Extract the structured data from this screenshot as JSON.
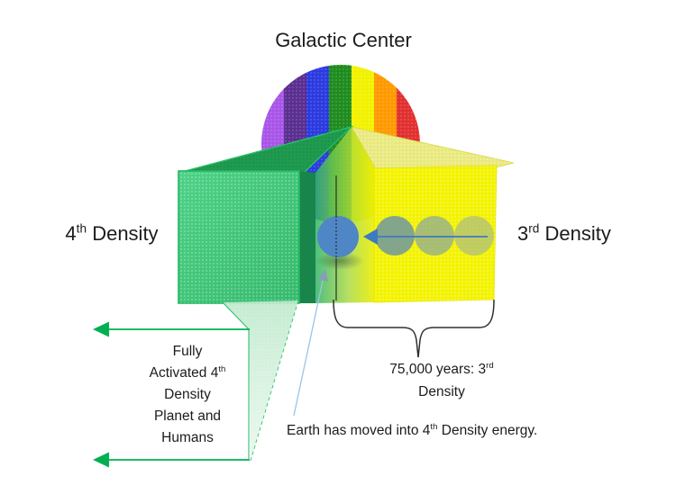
{
  "title": "Galactic Center",
  "labels": {
    "fourth_density": {
      "num": "4",
      "ordinal": "th",
      "word": "Density"
    },
    "third_density": {
      "num": "3",
      "ordinal": "rd",
      "word": "Density"
    }
  },
  "annotations": {
    "fully_activated": {
      "line1": "Fully",
      "line2_pre": "Activated 4",
      "line2_sup": "th",
      "line3": "Density",
      "line4": "Planet and",
      "line5": "Humans"
    },
    "duration": {
      "line1_pre": "75,000 years: 3",
      "line1_sup": "rd",
      "line2": "Density"
    },
    "earth_note": {
      "pre": "Earth has moved into 4",
      "sup": "th",
      "post": "Density energy."
    }
  },
  "icons": {
    "green_arrow_top": "left-arrow-icon",
    "green_arrow_bottom": "left-arrow-icon",
    "blue_arrow": "left-arrow-icon",
    "earth_pointer": "up-arrow-icon"
  },
  "colors": {
    "rainbow": [
      "#A855E8",
      "#5B2F91",
      "#2B3BE0",
      "#1F8C1F",
      "#F2F200",
      "#FF9900",
      "#E23030"
    ],
    "green_box": "#3FC878",
    "green_box_top": "#1F9B50",
    "green_box_side": "#18854A",
    "yellow_box": "#F3F300",
    "yellow_box_top": "#E9E97E",
    "green_accent": "#00B050",
    "blue_accent": "#3E7AC0",
    "earth_circle": "#4E86C6",
    "faded_circle_1": "#6E96A0",
    "faded_circle_2": "#8AA79B",
    "faded_circle_3": "#9FB394",
    "light_blue": "#9DC3E6",
    "arrowhead_gray_blue": "#85A0B5",
    "line_dark": "#303030"
  }
}
